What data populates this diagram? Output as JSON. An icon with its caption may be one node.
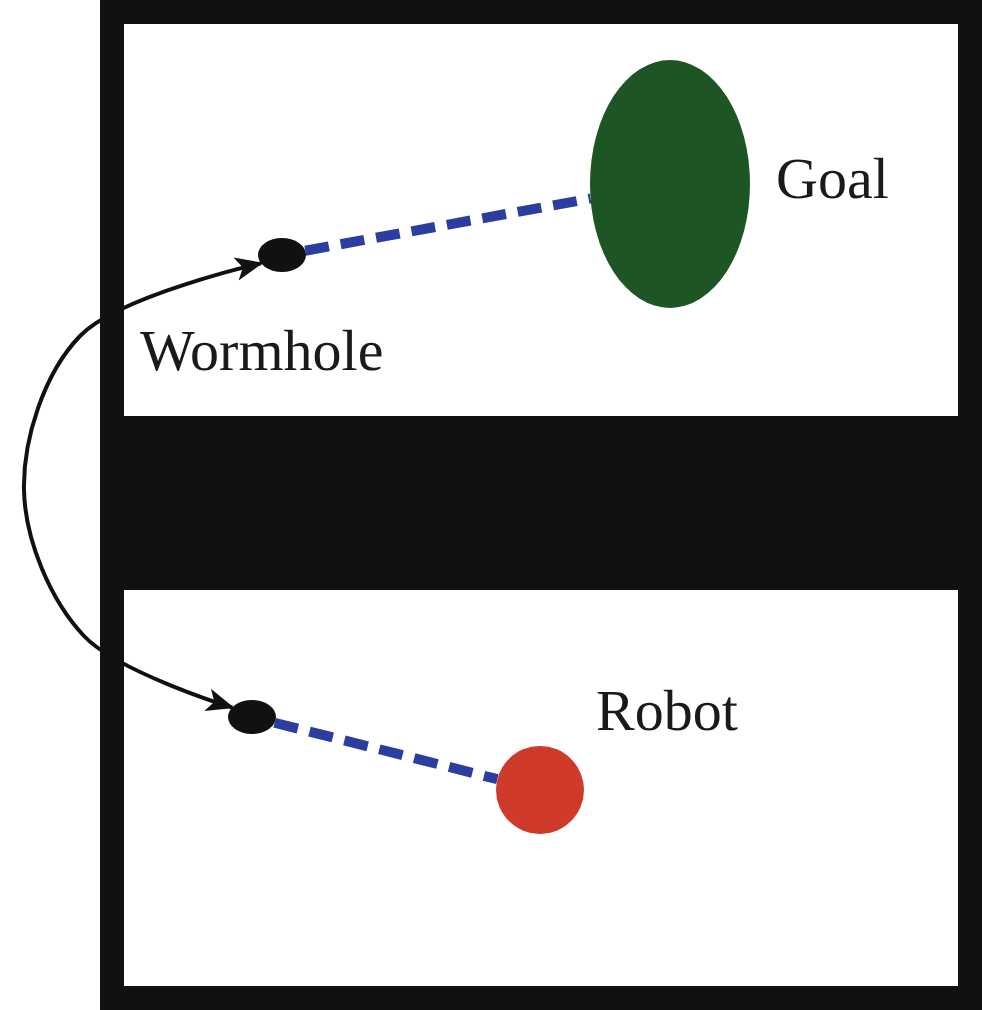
{
  "diagram": {
    "nodes": [
      {
        "text": [],
        "shape": "circle",
        "beside": [
          "Goal"
        ]
      },
      {
        "text": [],
        "shape": "circle",
        "beside": [
          "Wormhole"
        ]
      },
      {
        "text": [],
        "shape": "circle"
      },
      {
        "text": [],
        "shape": "circle",
        "beside": [
          "Robot"
        ]
      }
    ],
    "edges": [
      {
        "from": 1,
        "to": 0,
        "arrow": "none",
        "style": "dashed",
        "color": "#2b3d9e"
      },
      {
        "from": 1,
        "to": 2,
        "arrow": "both",
        "color": "#111111"
      },
      {
        "from": 2,
        "to": 3,
        "arrow": "none",
        "style": "dashed",
        "color": "#2b3d9e"
      }
    ]
  }
}
